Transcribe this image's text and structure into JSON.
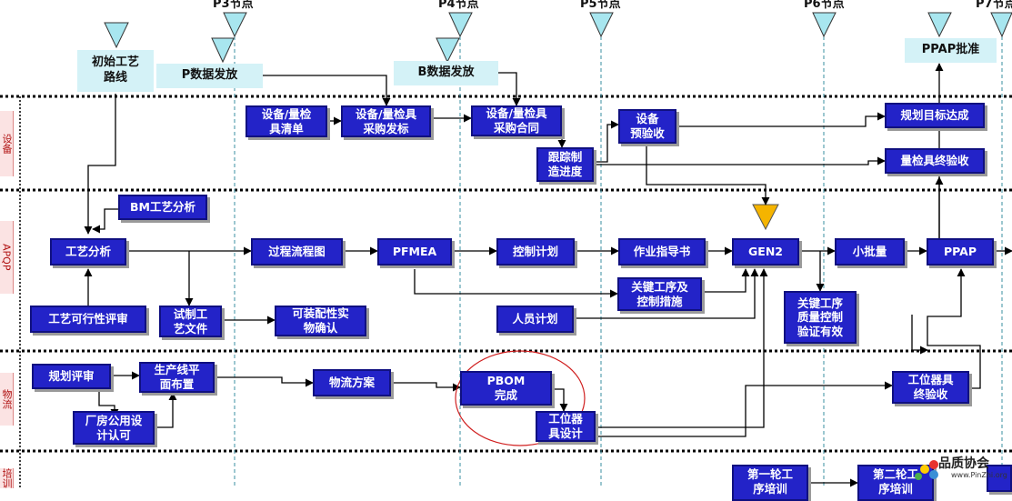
{
  "milestones": {
    "p3": "P3节点",
    "p4": "P4节点",
    "p5": "P5节点",
    "p6": "P6节点",
    "p7": "P7节点"
  },
  "labels": {
    "initial_route": [
      "初始工艺",
      "路线"
    ],
    "p_data": "P数据发放",
    "b_data": "B数据发放",
    "ppap_approval": "PPAP批准"
  },
  "lanes": {
    "lane1": "设备",
    "lane2": "APQP",
    "lane3": "物流",
    "lane4": "培训"
  },
  "boxes": {
    "equip_list": [
      "设备/量检",
      "具清单"
    ],
    "equip_purchase_release": [
      "设备/量检具",
      "采购发标"
    ],
    "equip_contract": [
      "设备/量检具",
      "采购合同"
    ],
    "track_progress": [
      "跟踪制",
      "造进度"
    ],
    "equip_preaccept": [
      "设备",
      "预验收"
    ],
    "plan_target": [
      "规划目标达成"
    ],
    "gauge_final": [
      "量检具终验收"
    ],
    "bm_analysis": [
      "BM工艺分析"
    ],
    "process_analysis": [
      "工艺分析"
    ],
    "process_flow": [
      "过程流程图"
    ],
    "pfmea": [
      "PFMEA"
    ],
    "control_plan": [
      "控制计划"
    ],
    "work_instruction": [
      "作业指导书"
    ],
    "gen2": [
      "GEN2"
    ],
    "small_batch": [
      "小批量"
    ],
    "ppap": [
      "PPAP"
    ],
    "key_process_measures": [
      "关键工序及",
      "控制措施"
    ],
    "key_process_verify": [
      "关键工序",
      "质量控制",
      "验证有效"
    ],
    "feasibility_review": [
      "工艺可行性评审"
    ],
    "trial_doc": [
      "试制工",
      "艺文件"
    ],
    "assembly_confirm": [
      "可装配性实",
      "物确认"
    ],
    "staff_plan": [
      "人员计划"
    ],
    "plan_review": [
      "规划评审"
    ],
    "line_layout": [
      "生产线平",
      "面布置"
    ],
    "factory_facility": [
      "厂房公用设",
      "计认可"
    ],
    "logistics_plan": [
      "物流方案"
    ],
    "pbom": [
      "PBOM",
      "完成"
    ],
    "fixture_design": [
      "工位器",
      "具设计"
    ],
    "fixture_final": [
      "工位器具",
      "终验收"
    ],
    "first_round_training": [
      "第一轮工",
      "序培训"
    ],
    "second_round_training": [
      "第二轮工",
      "序培训"
    ]
  },
  "watermark": {
    "brand": "品质协会",
    "url": "www.PinZhi.org"
  },
  "colors": {
    "box_fill": "#2323c8",
    "label_fill": "#d4f2f7",
    "milestone_triangle": "#a8e6ef",
    "gen2_triangle": "#f5b400",
    "highlight_ellipse": "#d02020"
  }
}
